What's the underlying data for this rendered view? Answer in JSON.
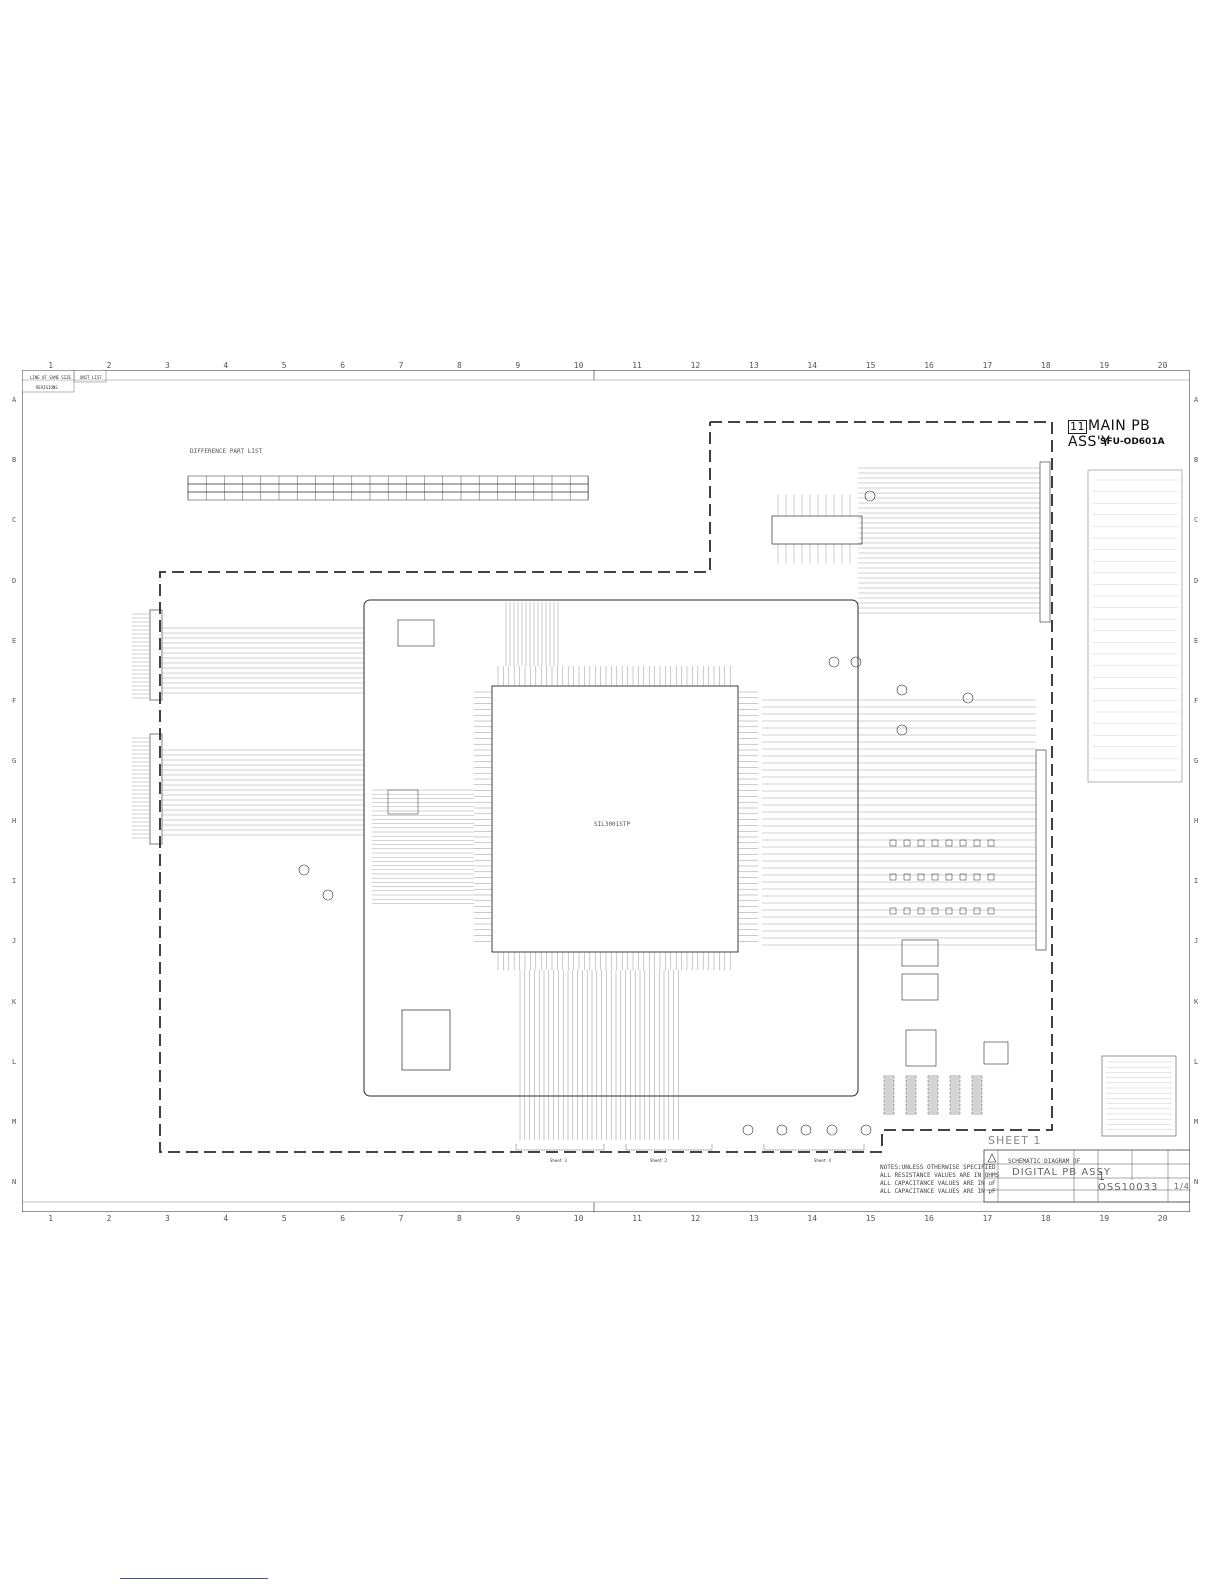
{
  "columns": [
    "1",
    "2",
    "3",
    "4",
    "5",
    "6",
    "7",
    "8",
    "9",
    "10",
    "11",
    "12",
    "13",
    "14",
    "15",
    "16",
    "17",
    "18",
    "19",
    "20"
  ],
  "rows": [
    "A",
    "B",
    "C",
    "D",
    "E",
    "F",
    "G",
    "H",
    "I",
    "J",
    "K",
    "L",
    "M",
    "N"
  ],
  "header_boxes": {
    "left_top": "LINE OF SAME SIZE",
    "left_top2": "REVISIONS",
    "right_top": "UNIT LIST"
  },
  "title": {
    "box_number": "11",
    "main": "MAIN PB ASS'Y",
    "sub": "SFU-OD601A"
  },
  "difference_part_list": "DIFFERENCE PART LIST",
  "main_ic_label": "SIL3001STP",
  "sheet_label": "SHEET 1",
  "bottom_groups": [
    "Sheet 3",
    "Sheet 2",
    "Sheet 4"
  ],
  "title_block": {
    "schematic_of": "SCHEMATIC DIAGRAM OF",
    "assy_name": "DIGITAL PB ASSY",
    "sheet_no": "1",
    "drawing_no": "OSS10033",
    "page": "1/4",
    "notes": [
      "NOTES:UNLESS OTHERWISE SPECIFIED",
      "ALL RESISTANCE VALUES ARE IN OHMS",
      "ALL CAPACITANCE VALUES ARE IN uF",
      "ALL CAPACITANCE VALUES ARE IN pF"
    ]
  },
  "colors": {
    "line": "#2a2a2a",
    "faint": "#6a6a6a",
    "link": "#4455aa"
  }
}
